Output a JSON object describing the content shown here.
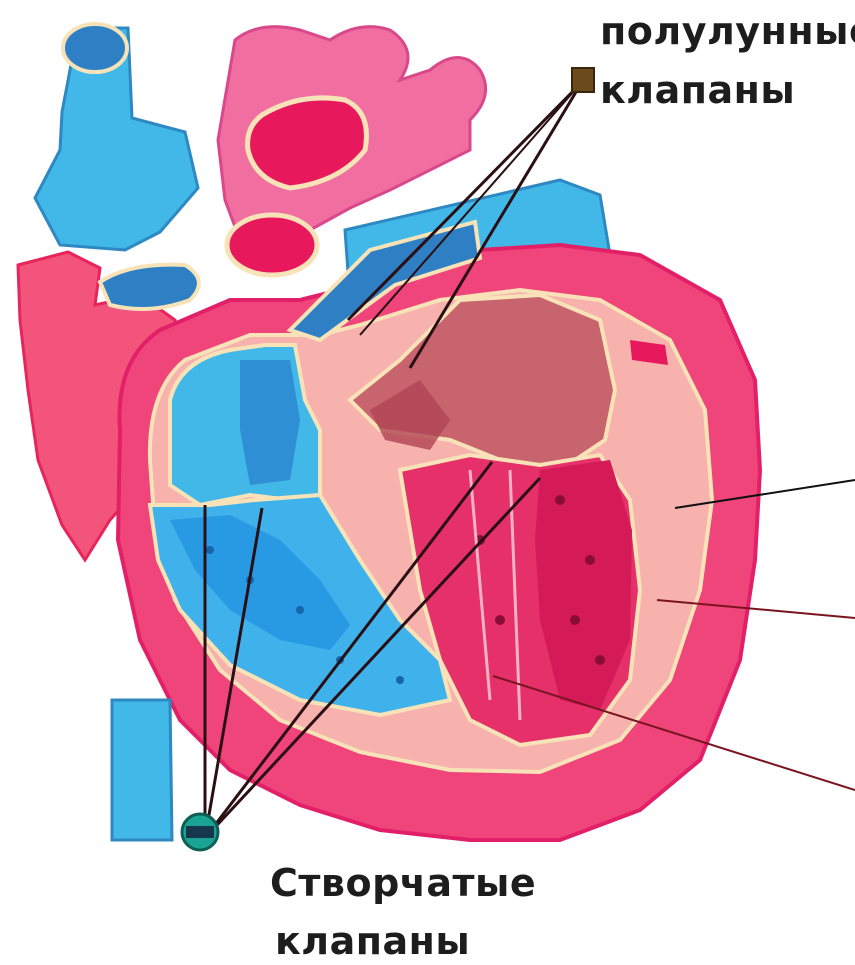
{
  "labels": {
    "semilunar_valves": {
      "line1": "полулунные",
      "line2": "клапаны"
    },
    "atrioventricular_valves": {
      "line1": "Створчатые",
      "line2": "клапаны"
    }
  },
  "colors": {
    "venous_blood": "#41b8e8",
    "venous_dark": "#2f7fc4",
    "arterial_blood": "#ff3b7a",
    "heart_wall": "#f06ea0",
    "muscle_light": "#f7b2ae",
    "pointer_line_dark": "#2a0f14",
    "pointer_line_red": "#7a1520",
    "marker_teal": "#1aa394",
    "marker_brown": "#6b4a1b"
  }
}
